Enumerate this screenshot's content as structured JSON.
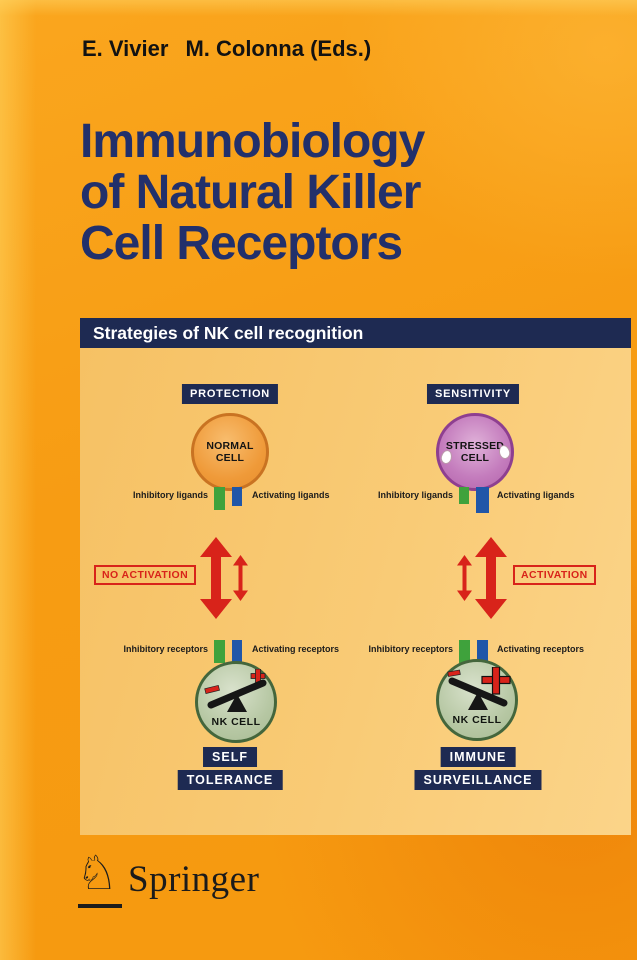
{
  "cover": {
    "editors": {
      "first": "E. Vivier",
      "second": "M. Colonna (Eds.)"
    },
    "title": {
      "line1": "Immunobiology",
      "line2": "of Natural Killer",
      "line3": "Cell Receptors"
    },
    "publisher": {
      "name": "Springer",
      "logo_icon": "springer-horse-knight"
    }
  },
  "figure": {
    "header": "Strategies of NK cell recognition",
    "columns": {
      "left": {
        "top_label": "PROTECTION",
        "cell": {
          "line1": "NORMAL",
          "line2": "CELL"
        },
        "ligand_left_label": "Inhibitory ligands",
        "ligand_right_label": "Activating ligands",
        "signal_label": "NO ACTIVATION",
        "signal_arrows": "large-inhibitory-arrow-left-of-small-activating-arrow",
        "receptor_left_label": "Inhibitory receptors",
        "receptor_right_label": "Activating receptors",
        "nk_cell_label": "NK CELL",
        "balance_tilt": "inhibitory-side-down",
        "outcome": {
          "line1": "SELF",
          "line2": "TOLERANCE"
        }
      },
      "right": {
        "top_label": "SENSITIVITY",
        "cell": {
          "line1": "STRESSED",
          "line2": "CELL"
        },
        "ligand_left_label": "Inhibitory ligands",
        "ligand_right_label": "Activating ligands",
        "signal_label": "ACTIVATION",
        "signal_arrows": "small-inhibitory-arrow-left-of-large-activating-arrow",
        "receptor_left_label": "Inhibitory receptors",
        "receptor_right_label": "Activating receptors",
        "nk_cell_label": "NK CELL",
        "balance_tilt": "activating-side-down",
        "outcome": {
          "line1": "IMMUNE",
          "line2": "SURVEILLANCE"
        }
      }
    },
    "colors": {
      "cover_orange": "#f79c14",
      "title_navy": "#22306b",
      "bar_navy": "#1e2a52",
      "panel_cream": "#f9cb76",
      "signal_red": "#d8231a",
      "inhibitory_green": "#3fa23c",
      "activating_blue": "#2056a8",
      "normal_cell_orange": "#ef9a39",
      "stressed_cell_purple": "#bb6cb3",
      "nk_cell_sage": "#b6c7a3"
    }
  }
}
